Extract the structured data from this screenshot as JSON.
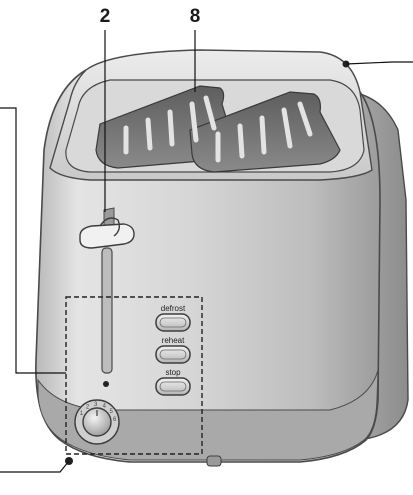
{
  "callouts": {
    "lever": "2",
    "slots": "8"
  },
  "buttons": {
    "defrost": "defrost",
    "reheat": "reheat",
    "stop": "stop"
  },
  "dial": {
    "marks": [
      "1",
      "2",
      "3",
      "4",
      "5",
      "6"
    ]
  },
  "colors": {
    "body": "#cfcfcf",
    "outline": "#4a4a4a",
    "slot_dark": "#6f6f6f",
    "leader": "#111111"
  }
}
